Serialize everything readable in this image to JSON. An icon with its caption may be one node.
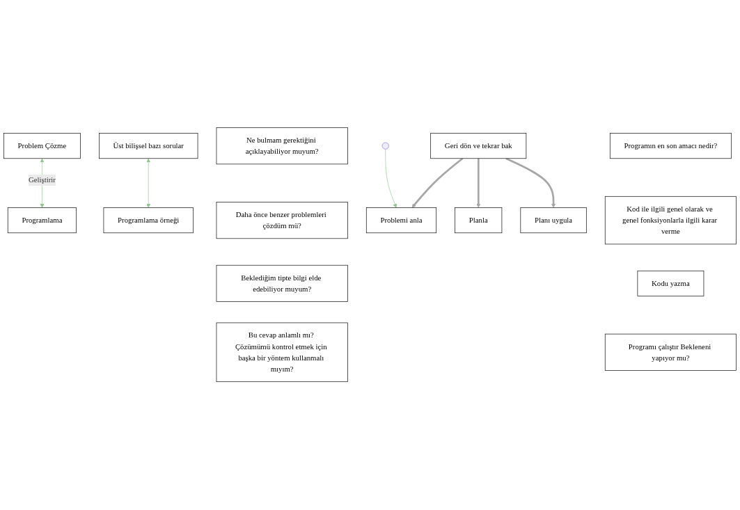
{
  "diagram": {
    "nodes": [
      {
        "text": [
          "Problem Çözme"
        ]
      },
      {
        "text": [
          "Programlama"
        ]
      },
      {
        "text": [
          "Üst bilişsel bazı sorular"
        ]
      },
      {
        "text": [
          "Programlama örneği"
        ]
      },
      {
        "text": [
          "Ne bulmam gerektiğini açıklayabiliyor muyum?"
        ]
      },
      {
        "text": [
          "Daha önce benzer problemleri çözdüm mü?"
        ]
      },
      {
        "text": [
          "Beklediğim tipte bilgi elde edebiliyor muyum?"
        ]
      },
      {
        "text": [
          "Bu cevap anlamlı mı? Çözümümü kontrol etmek için başka bir yöntem kullanmalı mıyım?"
        ]
      },
      {
        "text": [
          "Problemi anla"
        ]
      },
      {
        "text": [
          "Planla"
        ]
      },
      {
        "text": [
          "Planı uygula"
        ]
      },
      {
        "text": [
          "Geri dön ve tekrar bak"
        ]
      },
      {
        "text": [
          "Programın en son amacı nedir?"
        ]
      },
      {
        "text": [
          "Kod ile ilgili genel olarak ve genel fonksiyonlarla ilgili karar verme"
        ]
      },
      {
        "text": [
          "Kodu yazma"
        ]
      },
      {
        "text": [
          "Programı çalıştır Bekleneni yapıyor mu?"
        ]
      }
    ],
    "edges": [
      {
        "from": 0,
        "to": 1,
        "arrow": "both",
        "label": "Geliştirir",
        "color": "#8cc88c"
      },
      {
        "from": 2,
        "to": 3,
        "arrow": "both",
        "color": "#8cc88c"
      },
      {
        "from": null,
        "to": 8,
        "arrow": "to",
        "color": "#8cc88c"
      },
      {
        "from": 11,
        "to": 8,
        "arrow": "to",
        "style": "thick",
        "color": "#a6a6a6"
      },
      {
        "from": 11,
        "to": 9,
        "arrow": "to",
        "style": "thick",
        "color": "#a6a6a6"
      },
      {
        "from": 11,
        "to": 10,
        "arrow": "to",
        "style": "thick",
        "color": "#a6a6a6"
      }
    ]
  }
}
